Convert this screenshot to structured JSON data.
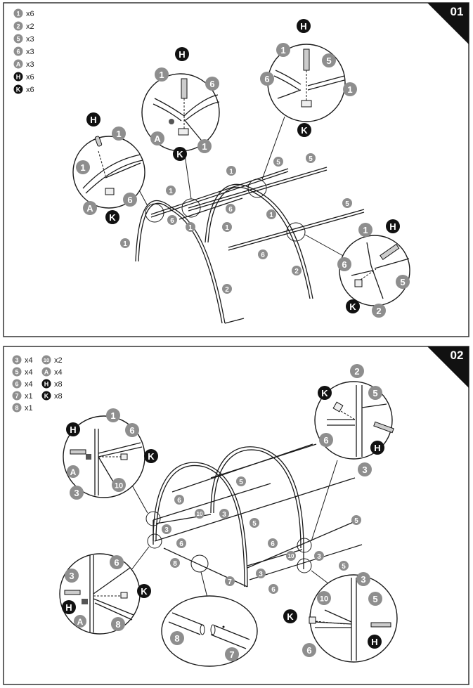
{
  "steps": [
    {
      "number": "01",
      "parts": [
        {
          "badge": "1",
          "kind": "grey",
          "qty": "x6"
        },
        {
          "badge": "2",
          "kind": "grey",
          "qty": "x2"
        },
        {
          "badge": "5",
          "kind": "grey",
          "qty": "x3"
        },
        {
          "badge": "6",
          "kind": "grey",
          "qty": "x3"
        },
        {
          "badge": "A",
          "kind": "grey",
          "qty": "x3"
        },
        {
          "badge": "H",
          "kind": "black",
          "qty": "x6"
        },
        {
          "badge": "K",
          "kind": "black",
          "qty": "x6"
        }
      ]
    },
    {
      "number": "02",
      "parts": [
        {
          "badge": "3",
          "kind": "grey",
          "qty": "x4"
        },
        {
          "badge": "5",
          "kind": "grey",
          "qty": "x4"
        },
        {
          "badge": "6",
          "kind": "grey",
          "qty": "x4"
        },
        {
          "badge": "7",
          "kind": "grey",
          "qty": "x1"
        },
        {
          "badge": "8",
          "kind": "grey",
          "qty": "x1"
        },
        {
          "badge": "10",
          "kind": "grey",
          "qty": "x2"
        },
        {
          "badge": "A",
          "kind": "grey",
          "qty": "x4"
        },
        {
          "badge": "H",
          "kind": "black",
          "qty": "x8"
        },
        {
          "badge": "K",
          "kind": "black",
          "qty": "x8"
        }
      ]
    }
  ],
  "colors": {
    "badge_grey": "#8e8e8e",
    "badge_black": "#111111",
    "line": "#1a1a1a",
    "frame": "#333333"
  }
}
